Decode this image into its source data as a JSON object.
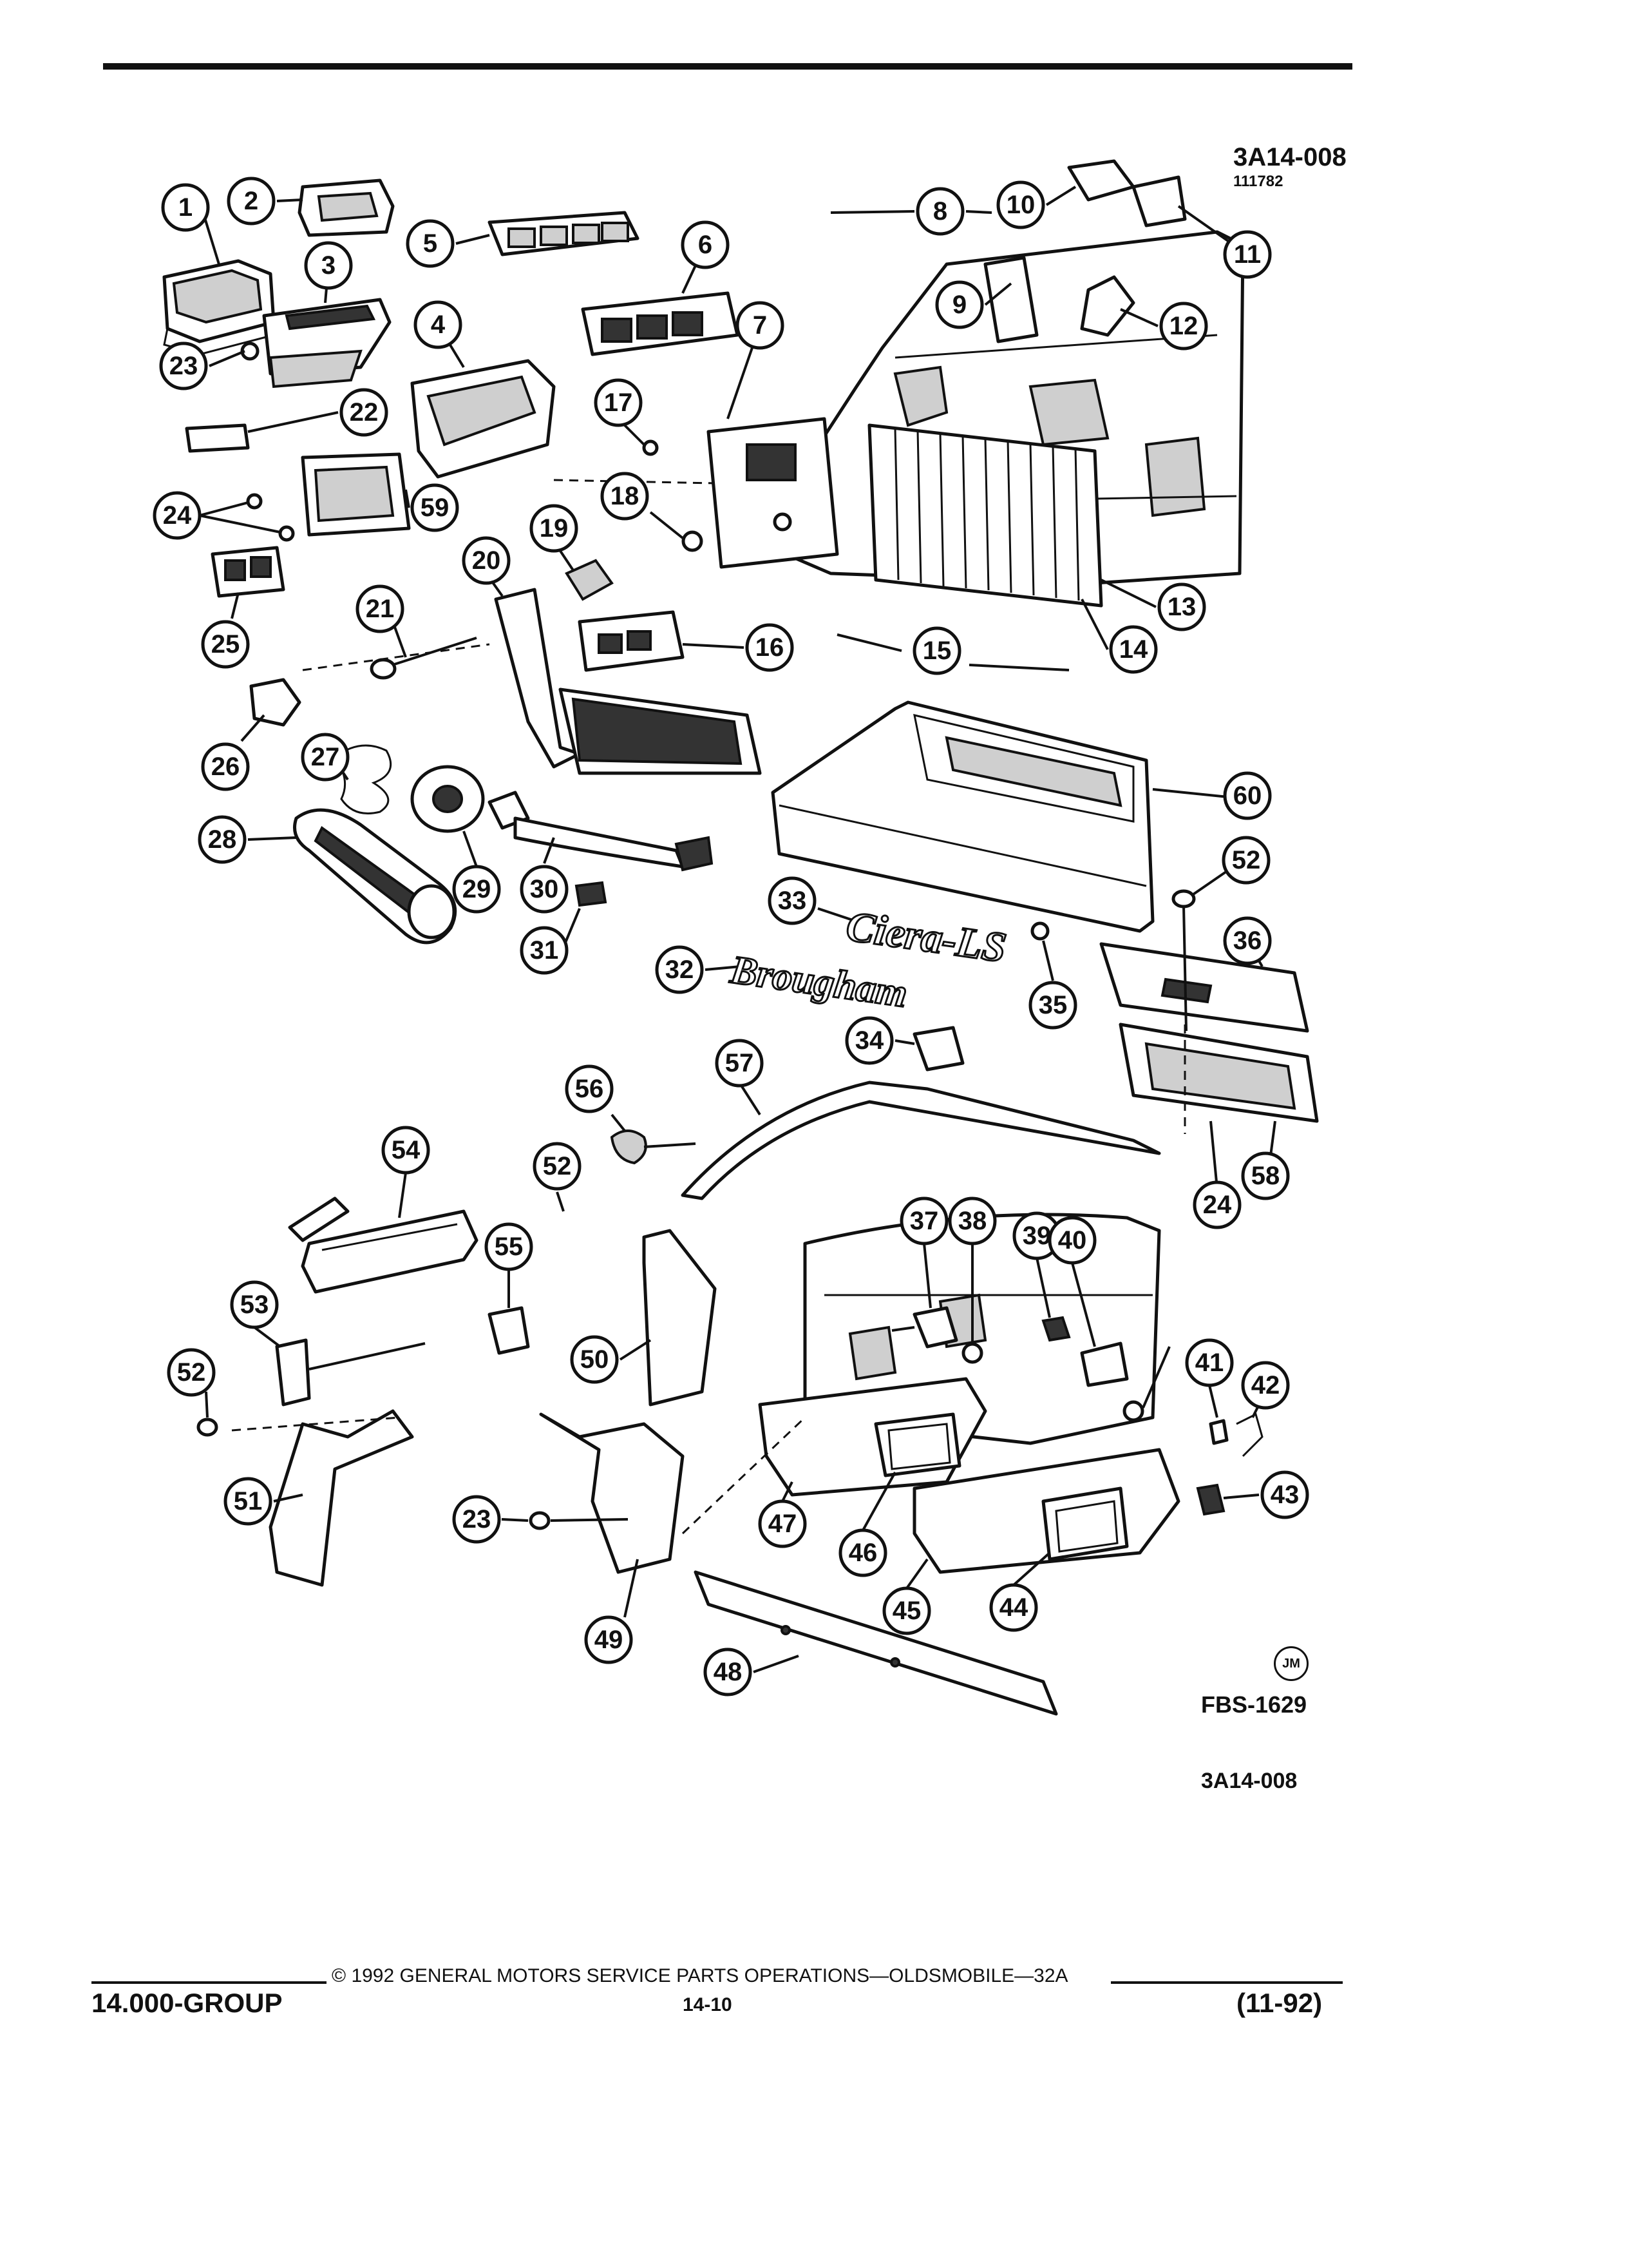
{
  "header": {
    "figure_code": "3A14-008",
    "figure_date_code": "111782"
  },
  "callouts": [
    "1",
    "2",
    "3",
    "4",
    "5",
    "6",
    "7",
    "8",
    "9",
    "10",
    "11",
    "12",
    "13",
    "14",
    "15",
    "16",
    "17",
    "18",
    "19",
    "20",
    "21",
    "22",
    "23",
    "24",
    "25",
    "26",
    "27",
    "28",
    "29",
    "30",
    "31",
    "32",
    "33",
    "34",
    "35",
    "36",
    "37",
    "38",
    "39",
    "40",
    "41",
    "42",
    "43",
    "44",
    "45",
    "46",
    "47",
    "48",
    "49",
    "50",
    "51",
    "52",
    "53",
    "54",
    "55",
    "56",
    "57",
    "58",
    "59",
    "60"
  ],
  "emblems": {
    "brougham": "Brougham",
    "ciera": "Ciera-LS"
  },
  "artwork": {
    "logo_mark": "JM",
    "code": "FBS-1629"
  },
  "figure_ref": "3A14-008",
  "footer": {
    "copyright": "© 1992 GENERAL MOTORS SERVICE PARTS OPERATIONS—OLDSMOBILE—32A",
    "group": "14.000-GROUP",
    "page_number": "14-10",
    "date": "(11-92)"
  }
}
